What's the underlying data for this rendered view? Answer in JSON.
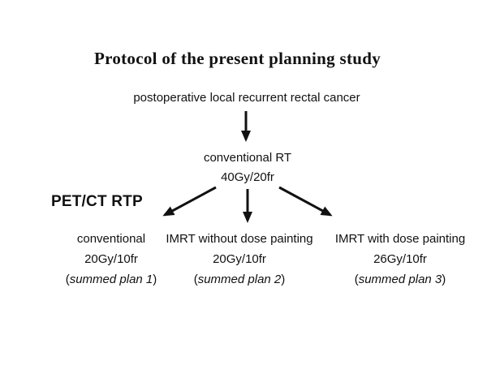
{
  "slide": {
    "background_color": "#ffffff",
    "text_color": "#111111",
    "title": "Protocol of the present planning study",
    "root": "postoperative local recurrent rectal cancer",
    "intermediate": {
      "name": "conventional RT",
      "dose": "40Gy/20fr"
    },
    "side_label": "PET/CT RTP",
    "branches": [
      {
        "name": "conventional",
        "dose": "20Gy/10fr",
        "plan_open": "(",
        "plan_text": "summed plan 1",
        "plan_close": ")"
      },
      {
        "name": "IMRT without dose painting",
        "dose": "20Gy/10fr",
        "plan_open": "(",
        "plan_text": "summed plan 2",
        "plan_close": ")"
      },
      {
        "name": "IMRT with dose painting",
        "dose": "26Gy/10fr",
        "plan_open": "(",
        "plan_text": "summed plan 3",
        "plan_close": ")"
      }
    ],
    "icons": {
      "flow_arrow_down": "↓",
      "branch_arrow_left": "↙",
      "branch_arrow_middle": "↓",
      "branch_arrow_right": "↘"
    }
  }
}
